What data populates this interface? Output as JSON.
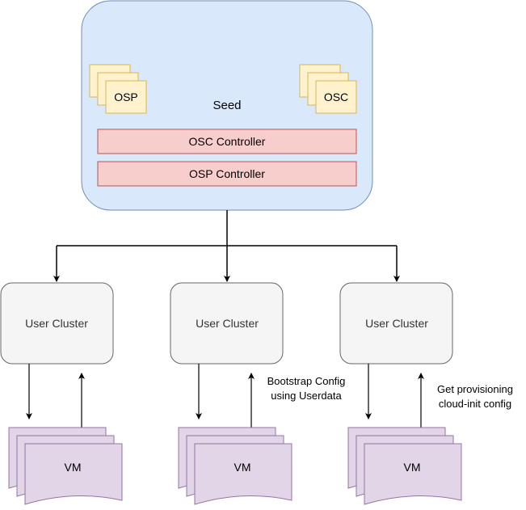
{
  "seed": {
    "label": "Seed",
    "osp_label": "OSP",
    "osc_label": "OSC",
    "osc_controller_label": "OSC Controller",
    "osp_controller_label": "OSP Controller"
  },
  "clusters": [
    {
      "label": "User Cluster",
      "vm_label": "VM",
      "annotation": []
    },
    {
      "label": "User Cluster",
      "vm_label": "VM",
      "annotation": [
        "Bootstrap Config",
        "using Userdata"
      ]
    },
    {
      "label": "User Cluster",
      "vm_label": "VM",
      "annotation": [
        "Get provisioning",
        "cloud-init config"
      ]
    }
  ],
  "colors": {
    "seed_fill": "#dae8fc",
    "seed_stroke": "#6c8ebf",
    "card_fill": "#fff2cc",
    "card_stroke": "#d6b656",
    "controller_fill": "#f8cecc",
    "controller_stroke": "#b85450",
    "cluster_fill": "#f5f5f5",
    "cluster_stroke": "#666666",
    "vm_fill": "#e1d5e7",
    "vm_stroke": "#9673a6",
    "line": "#000000"
  }
}
